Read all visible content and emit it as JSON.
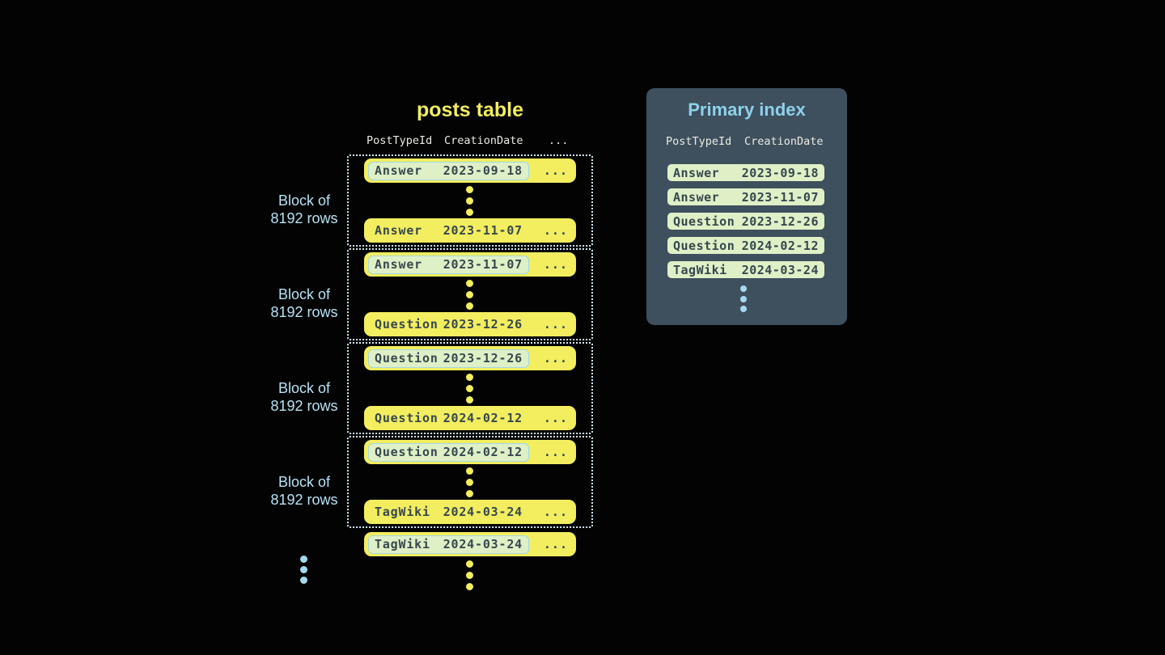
{
  "colors": {
    "background": "#030304",
    "row_yellow": "#F2EE5F",
    "row_text": "#37474F",
    "highlight_green": "#DFF0C7",
    "highlight_border_blue": "#A2D7E6",
    "panel_background": "#3E4F5D",
    "panel_title_blue": "#8ED1EA",
    "block_label_blue": "#B5E3F5",
    "header_text": "#E9EBE3",
    "dot_blue": "#A5D9ED",
    "block_dotted_border": "#D5EBF4"
  },
  "posts_table": {
    "title": "posts table",
    "headers": {
      "col1": "PostTypeId",
      "col2": "CreationDate",
      "col3": "..."
    },
    "block_label_line1": "Block of",
    "block_label_line2": "8192 rows",
    "row_ellipsis": "...",
    "blocks": [
      {
        "first": {
          "type": "Answer",
          "date": "2023-09-18"
        },
        "last": {
          "type": "Answer",
          "date": "2023-11-07"
        }
      },
      {
        "first": {
          "type": "Answer",
          "date": "2023-11-07"
        },
        "last": {
          "type": "Question",
          "date": "2023-12-26"
        }
      },
      {
        "first": {
          "type": "Question",
          "date": "2023-12-26"
        },
        "last": {
          "type": "Question",
          "date": "2024-02-12"
        }
      },
      {
        "first": {
          "type": "Question",
          "date": "2024-02-12"
        },
        "last": {
          "type": "TagWiki",
          "date": "2024-03-24"
        }
      }
    ],
    "trailing_row": {
      "type": "TagWiki",
      "date": "2024-03-24"
    }
  },
  "primary_index": {
    "title": "Primary index",
    "headers": {
      "col1": "PostTypeId",
      "col2": "CreationDate"
    },
    "rows": [
      {
        "type": "Answer",
        "date": "2023-09-18"
      },
      {
        "type": "Answer",
        "date": "2023-11-07"
      },
      {
        "type": "Question",
        "date": "2023-12-26"
      },
      {
        "type": "Question",
        "date": "2024-02-12"
      },
      {
        "type": "TagWiki",
        "date": "2024-03-24"
      }
    ]
  }
}
